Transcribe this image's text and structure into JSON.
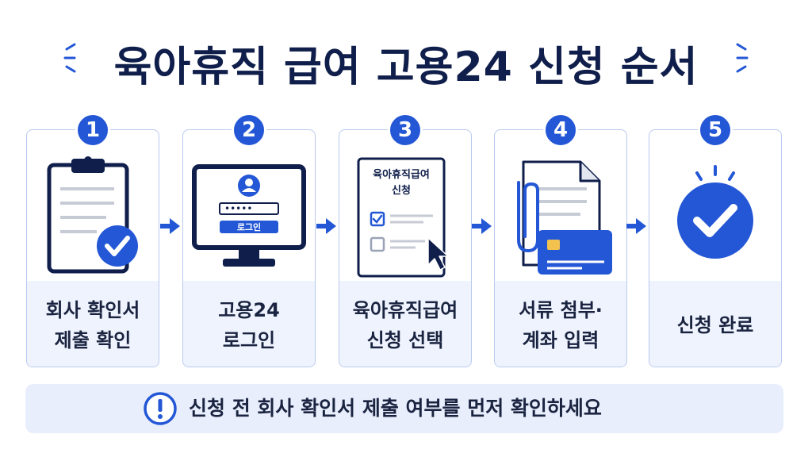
{
  "title": "육아휴직 급여 고용24 신청 순서",
  "colors": {
    "primary": "#2457d6",
    "navy": "#0f1e4a",
    "card_border": "#b9c9f0",
    "panel": "#eef3fd"
  },
  "steps": [
    {
      "number": "1",
      "line1": "회사 확인서",
      "line2": "제출 확인",
      "icon": "clipboard-check-icon"
    },
    {
      "number": "2",
      "line1": "고용24",
      "line2": "로그인",
      "icon": "monitor-login-icon",
      "password_mask": "•••••",
      "login_button": "로그인"
    },
    {
      "number": "3",
      "line1": "육아휴직급여",
      "line2": "신청 선택",
      "icon": "application-form-icon",
      "form_title_1": "육아휴직급여",
      "form_title_2": "신청"
    },
    {
      "number": "4",
      "line1": "서류 첨부·",
      "line2": "계좌 입력",
      "icon": "document-card-icon"
    },
    {
      "number": "5",
      "line1": "신청 완료",
      "line2": "",
      "icon": "complete-check-icon"
    }
  ],
  "notice": {
    "text": "신청 전 회사 확인서 제출 여부를 먼저 확인하세요",
    "icon": "exclamation-icon"
  }
}
